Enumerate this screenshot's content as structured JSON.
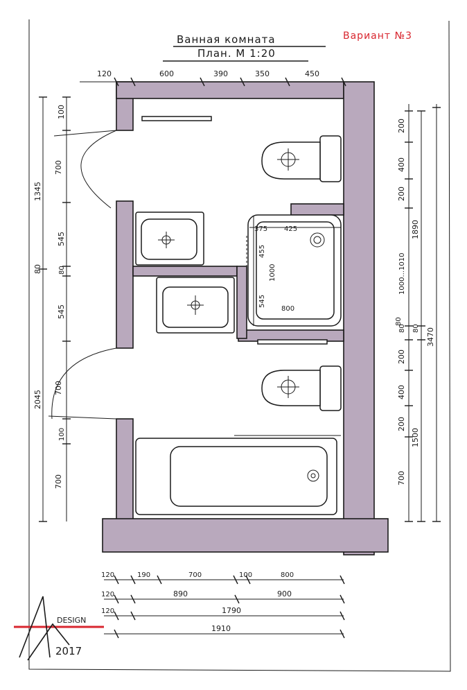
{
  "title": {
    "line1": "Ванная комната",
    "line2": "План. М 1:20",
    "variant": "Вариант №3"
  },
  "top_dims": [
    "120",
    "600",
    "390",
    "350",
    "450"
  ],
  "left_dims": {
    "outer": [
      "1345",
      "80",
      "2045"
    ],
    "inner": [
      "100",
      "700",
      "545",
      "80",
      "545",
      "700",
      "100",
      "700"
    ]
  },
  "right_dims": {
    "inner": [
      "200",
      "400",
      "200",
      "1000...1010",
      "80",
      "200",
      "400",
      "200",
      "700"
    ],
    "middle": [
      "1890",
      "1500"
    ],
    "outer": [
      "3470"
    ],
    "extra": [
      "80",
      "80"
    ]
  },
  "shower_dims": [
    "375",
    "425",
    "455",
    "1000",
    "545",
    "800"
  ],
  "bottom_dims": {
    "row1": [
      "120",
      "190",
      "700",
      "100",
      "800"
    ],
    "row2": [
      "120",
      "890",
      "900"
    ],
    "row3": [
      "120",
      "1790"
    ],
    "row4": [
      "1910"
    ]
  },
  "logo": {
    "text": "DESIGN",
    "year": "2017",
    "color": "#d8262f"
  }
}
